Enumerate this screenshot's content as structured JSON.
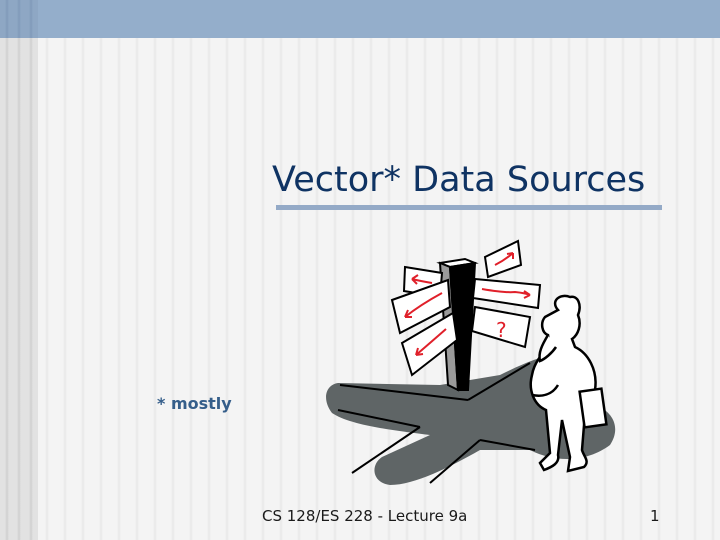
{
  "slide": {
    "title": "Vector* Data Sources",
    "note": "* mostly",
    "footer": "CS 128/ES 228 - Lecture 9a",
    "page_number": "1",
    "clipart": {
      "description": "confused man at signpost with arrows pointing different directions",
      "sign_question_mark": "?"
    }
  },
  "colors": {
    "top_bar": "#94aecb",
    "title": "#0f3363",
    "title_underline": "#94aac7",
    "note": "#355e8a",
    "arrows": "#e0202a",
    "shadow": "#5f6566"
  }
}
